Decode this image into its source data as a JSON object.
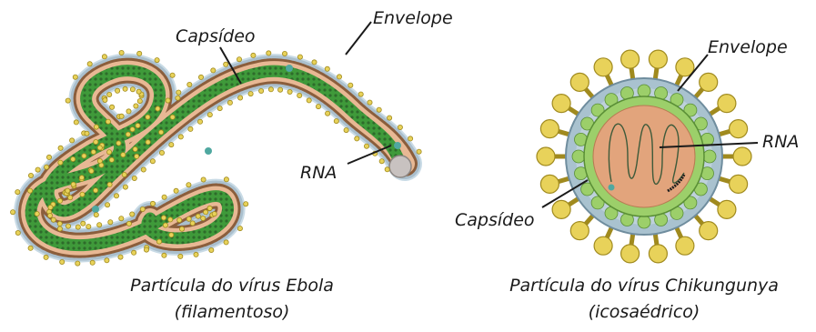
{
  "ebola": {
    "labels": {
      "capsid": "Capsídeo",
      "envelope": "Envelope",
      "rna": "RNA"
    },
    "caption_line1": "Partícula do vírus Ebola",
    "caption_line2": "(filamentoso)"
  },
  "chikungunya": {
    "labels": {
      "envelope": "Envelope",
      "rna": "RNA",
      "capsid": "Capsídeo"
    },
    "caption_line1": "Partícula do vírus Chikungunya",
    "caption_line2": "(icosaédrico)"
  },
  "colors": {
    "envelope_outer": "#c9dbe6",
    "envelope_line": "#6f8d9e",
    "matrix_brown": "#8b5e3c",
    "tan_fill": "#e8b894",
    "capsid_green": "#3f9a3a",
    "capsid_dark": "#2e6b2b",
    "spike_yellow": "#e8d25a",
    "spike_outline": "#a08a1e",
    "chik_core": "#e2a47c",
    "chik_capsid": "#9ccf6a",
    "chik_envelope": "#a9c2cf",
    "rna_line": "#3d5a3a"
  }
}
